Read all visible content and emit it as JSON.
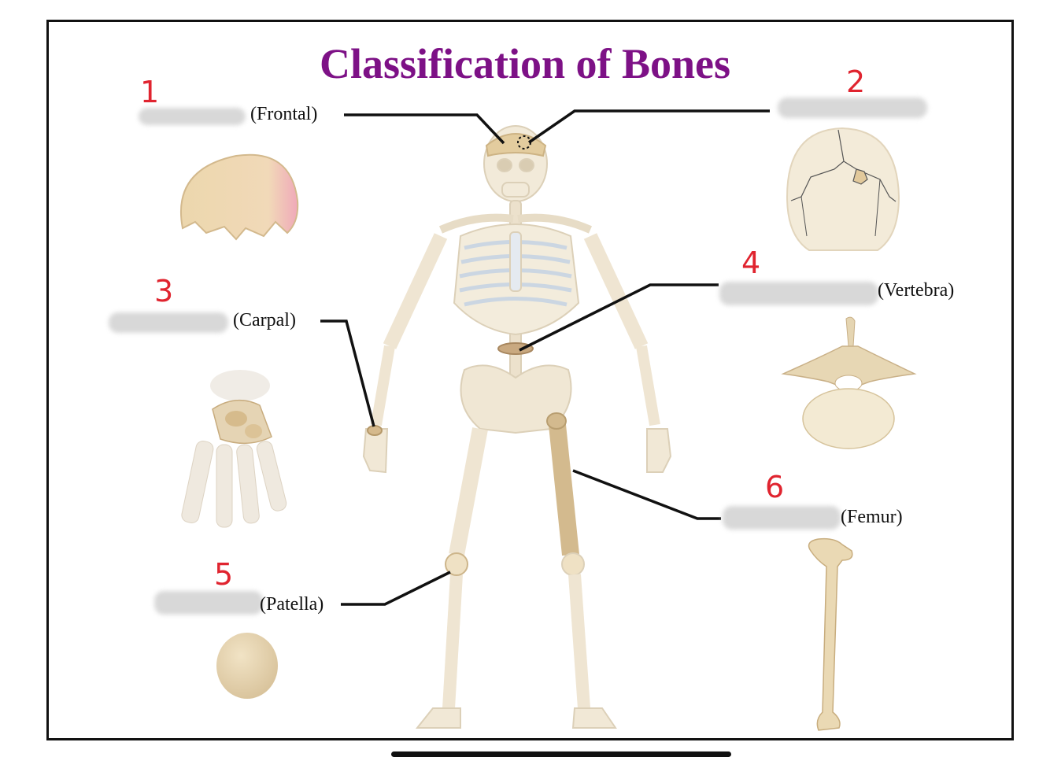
{
  "title": "Classification of Bones",
  "labels": {
    "frontal": "(Frontal)",
    "carpal": "(Carpal)",
    "vertebra": "(Vertebra)",
    "femur": "(Femur)",
    "patella": "(Patella)"
  },
  "numbers": {
    "n1": "1",
    "n2": "2",
    "n3": "3",
    "n4": "4",
    "n5": "5",
    "n6": "6"
  },
  "colors": {
    "title": "#7d1186",
    "handwriting": "#e0242f",
    "bone": "#f0e4cf",
    "highlight": "#e3cc9e"
  }
}
